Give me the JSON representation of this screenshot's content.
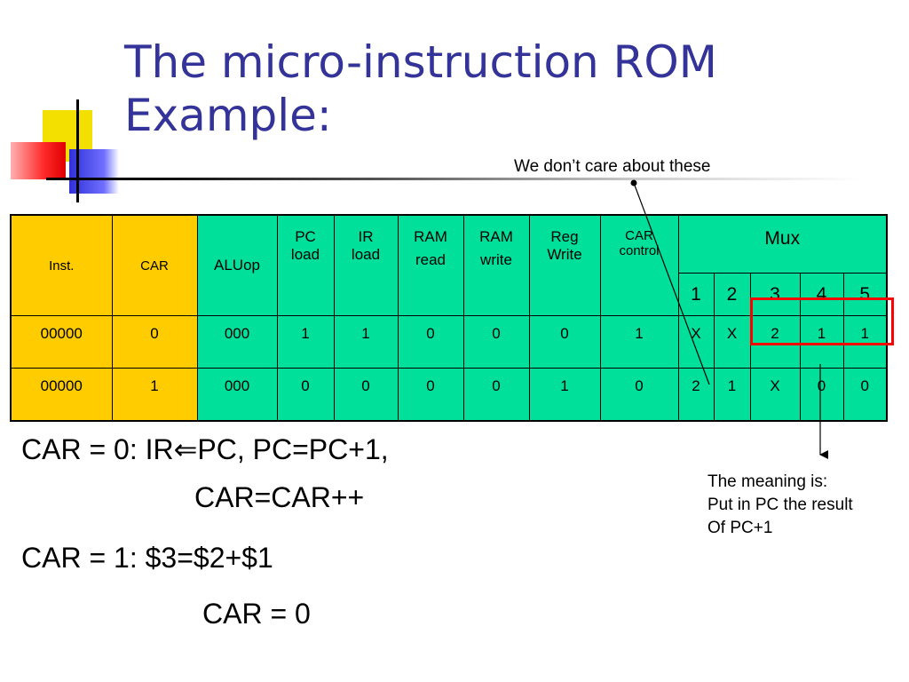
{
  "title": {
    "line1": "The micro-instruction ROM",
    "line2": "Example:"
  },
  "annotation_top": "We don’t care about these",
  "table": {
    "headers": {
      "inst": "Inst.",
      "car": "CAR",
      "aluop": "ALUop",
      "pc_load_1": "PC",
      "pc_load_2": "load",
      "ir_load_1": "IR",
      "ir_load_2": "load",
      "ram_read_1": "RAM",
      "ram_read_2": "read",
      "ram_write_1": "RAM",
      "ram_write_2": "write",
      "reg_write_1": "Reg",
      "reg_write_2": "Write",
      "car_control_1": "CAR",
      "car_control_2": "control",
      "mux": "Mux",
      "mux_cols": [
        "1",
        "2",
        "3",
        "4",
        "5"
      ]
    },
    "rows": [
      [
        "00000",
        "0",
        "000",
        "1",
        "1",
        "0",
        "0",
        "0",
        "1",
        "X",
        "X",
        "2",
        "1",
        "1"
      ],
      [
        "00000",
        "1",
        "000",
        "0",
        "0",
        "0",
        "0",
        "1",
        "0",
        "2",
        "1",
        "X",
        "0",
        "0"
      ]
    ]
  },
  "body": {
    "line1": "CAR = 0: IR⇐PC, PC=PC+1,",
    "line2": "CAR=CAR++",
    "line3": "CAR = 1: $3=$2+$1",
    "line4": "CAR = 0"
  },
  "annotation_bottom": {
    "line1": "The meaning is:",
    "line2": "Put in PC the result",
    "line3": "Of PC+1"
  },
  "colors": {
    "title": "#333399",
    "yellow_cells": "#ffcc00",
    "green_cells": "#00e09a",
    "highlight_box": "#ff0000"
  }
}
